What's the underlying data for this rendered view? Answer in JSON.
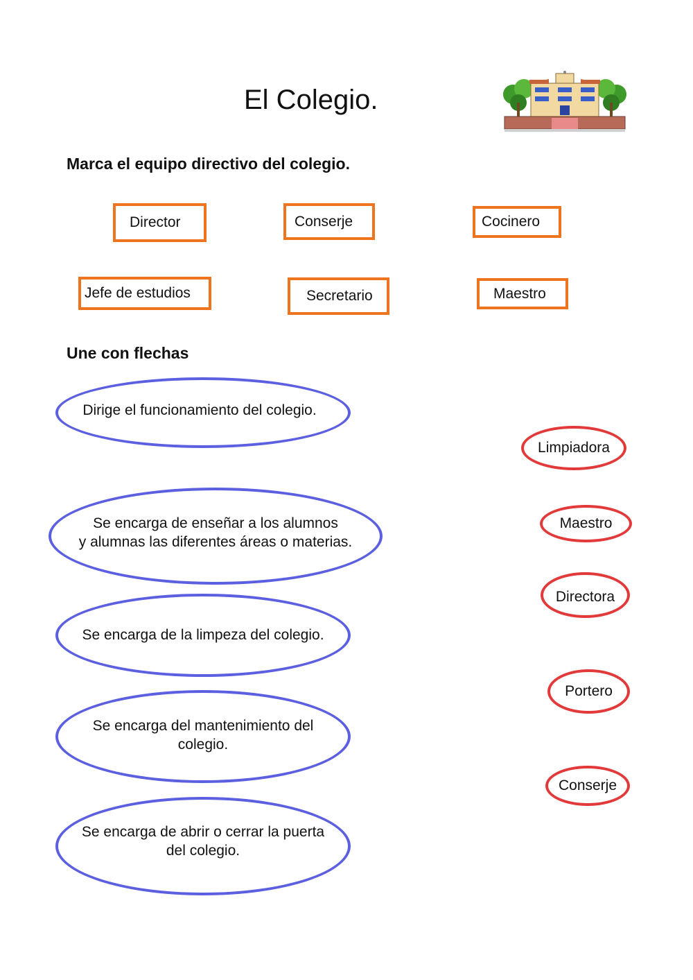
{
  "header": {
    "title": "El Colegio.",
    "image": "school-building-illustration"
  },
  "section1": {
    "heading": "Marca el equipo directivo del colegio.",
    "options": [
      {
        "label": "Director"
      },
      {
        "label": "Conserje"
      },
      {
        "label": "Cocinero"
      },
      {
        "label": "Jefe de estudios"
      },
      {
        "label": "Secretario"
      },
      {
        "label": "Maestro"
      }
    ]
  },
  "section2": {
    "heading": "Une con flechas",
    "descriptions": [
      {
        "text": "Dirige el funcionamiento del colegio."
      },
      {
        "text": "Se encarga de enseñar a los alumnos\ny alumnas las diferentes áreas o materias."
      },
      {
        "text": "Se encarga de la limpeza del colegio."
      },
      {
        "text": "Se encarga del mantenimiento del\ncolegio."
      },
      {
        "text": "Se encarga de abrir o cerrar la puerta\ndel colegio."
      }
    ],
    "roles": [
      {
        "label": "Limpiadora"
      },
      {
        "label": "Maestro"
      },
      {
        "label": "Directora"
      },
      {
        "label": "Portero"
      },
      {
        "label": "Conserje"
      }
    ]
  },
  "colors": {
    "box_border": "#ee7420",
    "description_border": "#5b5fe0",
    "role_border": "#e23a3a"
  }
}
